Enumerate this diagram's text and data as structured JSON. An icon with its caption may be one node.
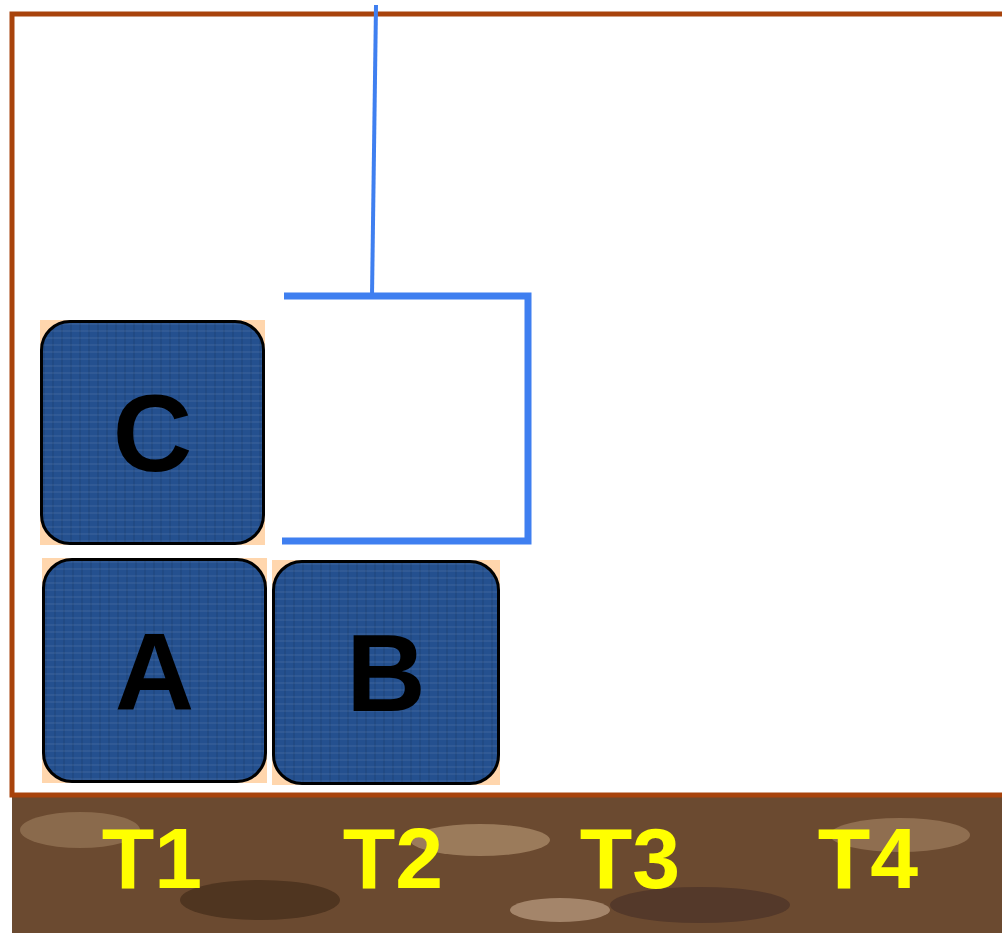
{
  "diagram": {
    "nodes": [
      {
        "text": [
          "C"
        ]
      },
      {
        "text": [
          "A"
        ]
      },
      {
        "text": [
          "B"
        ]
      }
    ],
    "labels": [
      "T1",
      "T2",
      "T3",
      "T4"
    ]
  }
}
